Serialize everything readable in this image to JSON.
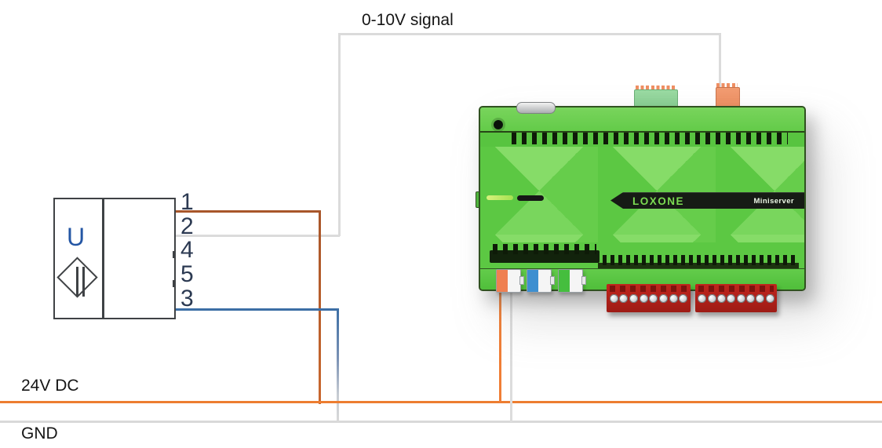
{
  "labels": {
    "signal": "0-10V signal",
    "power": "24V DC",
    "ground": "GND"
  },
  "sensor": {
    "symbol": "U",
    "terminals": [
      "1",
      "2",
      "4",
      "5",
      "3"
    ]
  },
  "device": {
    "brand": "LOXONE",
    "model": "Miniserver"
  },
  "colors": {
    "power_line": "#ED7D31",
    "ground_line": "#D9D9D9",
    "signal_wire": "#DBDBDB",
    "plus_wire": "#A8562A",
    "minus_wire": "#3C6EA5",
    "device_green": "#5CC843"
  }
}
